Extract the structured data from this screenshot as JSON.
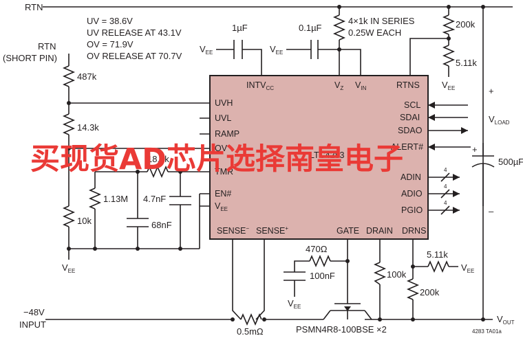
{
  "rails": {
    "rtn": "RTN",
    "input_top": "−48V",
    "input_bottom": "INPUT",
    "vout": "V",
    "vout_sub": "OUT",
    "vload": "V",
    "vload_sub": "LOAD",
    "plus": "+",
    "minus": "–"
  },
  "notes": {
    "line1": "UV = 38.6V",
    "line2": "UV RELEASE AT 43.1V",
    "line3": "OV = 71.9V",
    "line4": "OV RELEASE AT 70.7V",
    "rtn_short_1": "RTN",
    "rtn_short_2": "(SHORT PIN)"
  },
  "components": {
    "cap_intvcc": "1µF",
    "cap_vin": "0.1µF",
    "zener_string_1": "4×1k IN SERIES",
    "zener_string_2": "0.25W EACH",
    "r_rtns_top": "200k",
    "r_rtns_bottom": "5.11k",
    "r_uv_top": "487k",
    "r_uv_mid": "14.3k",
    "r_uv_bottom": "10k",
    "r_tmr": "18.2k",
    "r_tmr_div": "1.13M",
    "cap_tmr": "4.7nF",
    "cap_tmr2": "68nF",
    "cap_load": "500µF",
    "r_gate": "470Ω",
    "cap_gate": "100nF",
    "r_drain": "100k",
    "r_drns_top": "5.11k",
    "r_drns_bottom": "200k",
    "r_sense": "0.5mΩ",
    "mosfet": "PSMN4R8-100BSE ×2",
    "bus_width": "4",
    "figure_code": "4283 TA01a"
  },
  "supply": {
    "vee": "V",
    "vee_sub": "EE"
  },
  "chip": {
    "name": "LTC4283",
    "pins": {
      "intvcc": "INTV",
      "intvcc_sub": "CC",
      "vz": "V",
      "vz_sub": "Z",
      "vin": "V",
      "vin_sub": "IN",
      "rtns": "RTNS",
      "uvh": "UVH",
      "uvl": "UVL",
      "ramp": "RAMP",
      "ov": "OV",
      "tmr": "TMR",
      "en": "EN#",
      "vee": "V",
      "vee_sub": "EE",
      "scl": "SCL",
      "sdai": "SDAI",
      "sdao": "SDAO",
      "alert": "ALERT#",
      "adin": "ADIN",
      "adio": "ADIO",
      "pgio": "PGIO",
      "sense_minus": "SENSE",
      "sense_minus_sup": "−",
      "sense_plus": "SENSE",
      "sense_plus_sup": "+",
      "gate": "GATE",
      "drain": "DRAIN",
      "drns": "DRNS"
    }
  },
  "watermark": "买现货AD芯片选择南皇电子"
}
